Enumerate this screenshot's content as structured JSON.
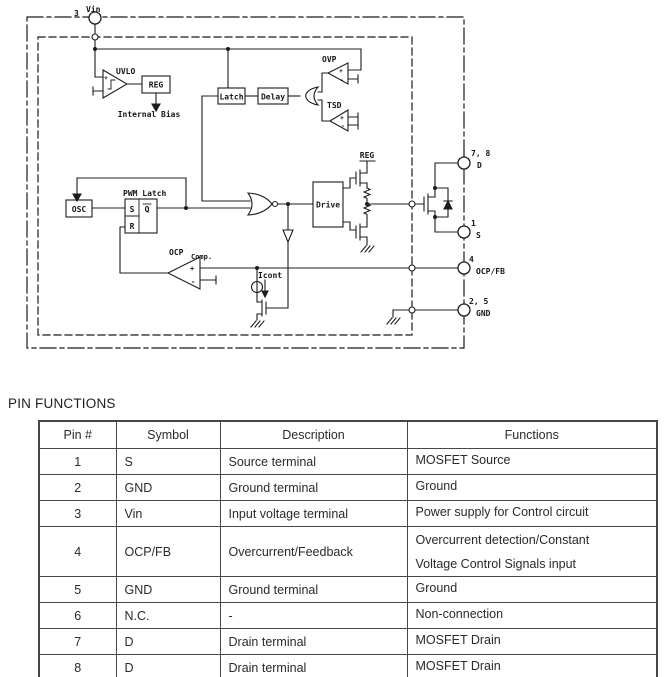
{
  "diagram": {
    "pins": {
      "vin": {
        "num": "3",
        "name": "Vin"
      },
      "drain": {
        "num": "7, 8",
        "name": "D"
      },
      "source": {
        "num": "1",
        "name": "S"
      },
      "ocp_fb": {
        "num": "4",
        "name": "OCP/FB"
      },
      "gnd": {
        "num": "2, 5",
        "name": "GND"
      }
    },
    "labels": {
      "uvlo": "UVLO",
      "reg": "REG",
      "internal_bias": "Internal Bias",
      "latch": "Latch",
      "delay": "Delay",
      "ovp": "OVP",
      "tsd": "TSD",
      "pwm_latch": "PWM Latch",
      "sr_s": "S",
      "sr_q": "Q",
      "sr_r": "R",
      "osc": "OSC",
      "drive": "Drive",
      "reg_supply": "REG",
      "ocp": "OCP",
      "comp": "Comp.",
      "icont": "Icont",
      "plus": "+",
      "minus": "-"
    },
    "line_color": "#1c1c1c"
  },
  "table": {
    "title": "PIN FUNCTIONS",
    "headers": [
      "Pin #",
      "Symbol",
      "Description",
      "Functions"
    ],
    "rows": [
      {
        "pin": "1",
        "symbol": "S",
        "description": "Source terminal",
        "fn": "MOSFET Source"
      },
      {
        "pin": "2",
        "symbol": "GND",
        "description": "Ground terminal",
        "fn": "Ground"
      },
      {
        "pin": "3",
        "symbol": "Vin",
        "description": "Input voltage terminal",
        "fn": "Power supply for Control circuit"
      },
      {
        "pin": "4",
        "symbol": "OCP/FB",
        "description": "Overcurrent/Feedback",
        "fn": "Overcurrent detection/Constant",
        "fn2": "Voltage Control Signals input"
      },
      {
        "pin": "5",
        "symbol": "GND",
        "description": "Ground terminal",
        "fn": "Ground"
      },
      {
        "pin": "6",
        "symbol": "N.C.",
        "description": "-",
        "fn": "Non-connection"
      },
      {
        "pin": "7",
        "symbol": "D",
        "description": "Drain terminal",
        "fn": "MOSFET Drain"
      },
      {
        "pin": "8",
        "symbol": "D",
        "description": "Drain terminal",
        "fn": "MOSFET Drain"
      }
    ]
  }
}
